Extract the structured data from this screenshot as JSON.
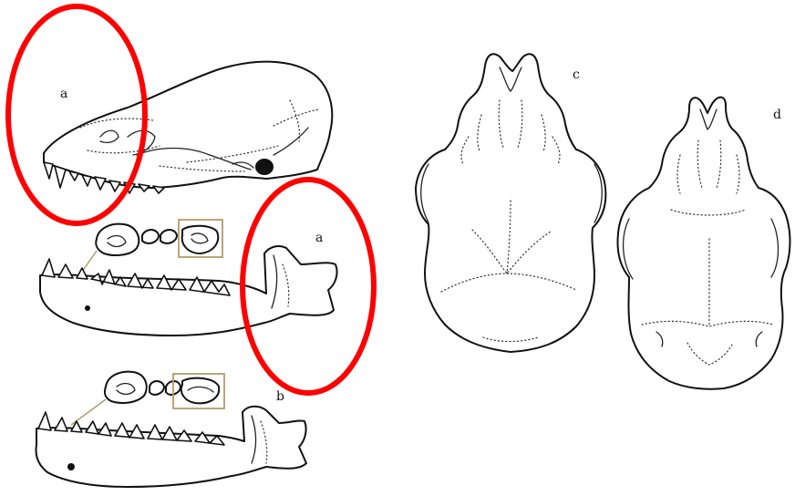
{
  "labels": {
    "a_top": "a",
    "a_mid": "a",
    "b": "b",
    "c": "c",
    "d": "d"
  },
  "colors": {
    "line_art": "#111111",
    "highlight_ring": "#ff0000",
    "tooth_box": "#b79a6a",
    "background": "#ffffff"
  }
}
